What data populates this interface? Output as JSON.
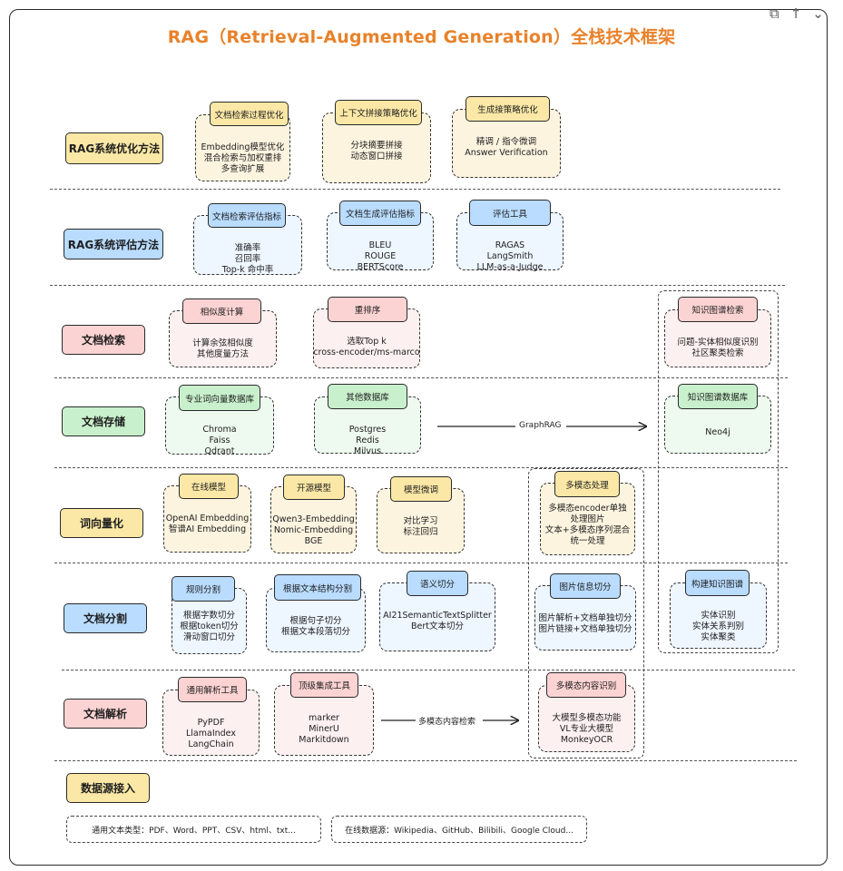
{
  "title": "RAG（Retrieval-Augmented Generation）全栈技术框架",
  "toolbar": {
    "copy_icon": "⧉",
    "up_icon": "↑",
    "more_icon": "⌄"
  },
  "colors": {
    "title": "#e8822a",
    "yellow": "#fbe8a6",
    "blue": "#b9dcff",
    "red": "#fcd3d3",
    "green": "#c8f0cc",
    "orange_fill": "#fdf4e0",
    "red_fill": "#fdf0f0",
    "blue_fill": "#eef6ff",
    "green_fill": "#eefaef"
  },
  "layers": {
    "optimize": "RAG系统优化方法",
    "evaluate": "RAG系统评估方法",
    "retrieval": "文档检索",
    "storage": "文档存储",
    "vectorize": "词向量化",
    "chunking": "文档分割",
    "parsing": "文档解析",
    "datasource": "数据源接入"
  },
  "cards": {
    "opt_retrieval": {
      "tag": "文档检索过程优化",
      "lines": [
        "Embedding模型优化",
        "混合检索与加权重排",
        "多查询扩展"
      ]
    },
    "opt_context": {
      "tag": "上下文拼接策略优化",
      "lines": [
        "分块摘要拼接",
        "动态窗口拼接"
      ]
    },
    "opt_generation": {
      "tag": "生成接策略优化",
      "lines": [
        "精调 / 指令微调",
        "Answer Verification"
      ]
    },
    "eval_retrieval": {
      "tag": "文档检索评估指标",
      "lines": [
        "准确率",
        "召回率",
        "Top-k 命中率"
      ]
    },
    "eval_generation": {
      "tag": "文档生成评估指标",
      "lines": [
        "BLEU",
        "ROUGE",
        "BERTScore"
      ]
    },
    "eval_tools": {
      "tag": "评估工具",
      "lines": [
        "RAGAS",
        "LangSmith",
        "LLM-as-a-Judge"
      ]
    },
    "ret_similarity": {
      "tag": "相似度计算",
      "lines": [
        "计算余弦相似度",
        "其他度量方法"
      ]
    },
    "ret_rerank": {
      "tag": "重排序",
      "lines": [
        "选取Top k",
        "cross-encoder/ms-marco"
      ]
    },
    "ret_kg": {
      "tag": "知识图谱检索",
      "lines": [
        "问题-实体相似度识别",
        "社区聚类检索"
      ]
    },
    "sto_vector": {
      "tag": "专业词向量数据库",
      "lines": [
        "Chroma",
        "Faiss",
        "Qdrant"
      ]
    },
    "sto_other": {
      "tag": "其他数据库",
      "lines": [
        "Postgres",
        "Redis",
        "Milvus"
      ]
    },
    "sto_kg": {
      "tag": "知识图谱数据库",
      "lines": [
        "Neo4j"
      ]
    },
    "vec_online": {
      "tag": "在线模型",
      "lines": [
        "OpenAI Embedding",
        "智谱AI Embedding"
      ]
    },
    "vec_open": {
      "tag": "开源模型",
      "lines": [
        "Qwen3-Embedding",
        "Nomic-Embedding",
        "BGE"
      ]
    },
    "vec_finetune": {
      "tag": "模型微调",
      "lines": [
        "对比学习",
        "标注回归"
      ]
    },
    "vec_multimodal": {
      "tag": "多模态处理",
      "lines": [
        "多模态encoder单独",
        "处理图片",
        "文本+多模态序列混合",
        "统一处理"
      ]
    },
    "chk_rule": {
      "tag": "规则分割",
      "lines": [
        "根据字数切分",
        "根据token切分",
        "滑动窗口切分"
      ]
    },
    "chk_structure": {
      "tag": "根据文本结构分割",
      "lines": [
        "根据句子切分",
        "根据文本段落切分"
      ]
    },
    "chk_semantic": {
      "tag": "语义切分",
      "lines": [
        "AI21SemanticTextSplitter",
        "Bert文本切分"
      ]
    },
    "chk_image": {
      "tag": "图片信息切分",
      "lines": [
        "图片解析+文档单独切分",
        "图片链接+文档单独切分"
      ]
    },
    "chk_kg": {
      "tag": "构建知识图谱",
      "lines": [
        "实体识别",
        "实体关系判别",
        "实体聚类"
      ]
    },
    "par_general": {
      "tag": "通用解析工具",
      "lines": [
        "PyPDF",
        "LlamaIndex",
        "LangChain"
      ]
    },
    "par_top": {
      "tag": "顶级集成工具",
      "lines": [
        "marker",
        "MinerU",
        "Markitdown"
      ]
    },
    "par_multimodal": {
      "tag": "多模态内容识别",
      "lines": [
        "大模型多模态功能",
        "VL专业大模型",
        "MonkeyOCR"
      ]
    }
  },
  "arrows": {
    "graphrag": "GraphRAG",
    "multimodal_retrieval": "多模态内容检索"
  },
  "datasource": {
    "text_types": "通用文本类型：PDF、Word、PPT、CSV、html、txt...",
    "online": "在线数据源：Wikipedia、GitHub、Bilibili、Google Cloud..."
  }
}
